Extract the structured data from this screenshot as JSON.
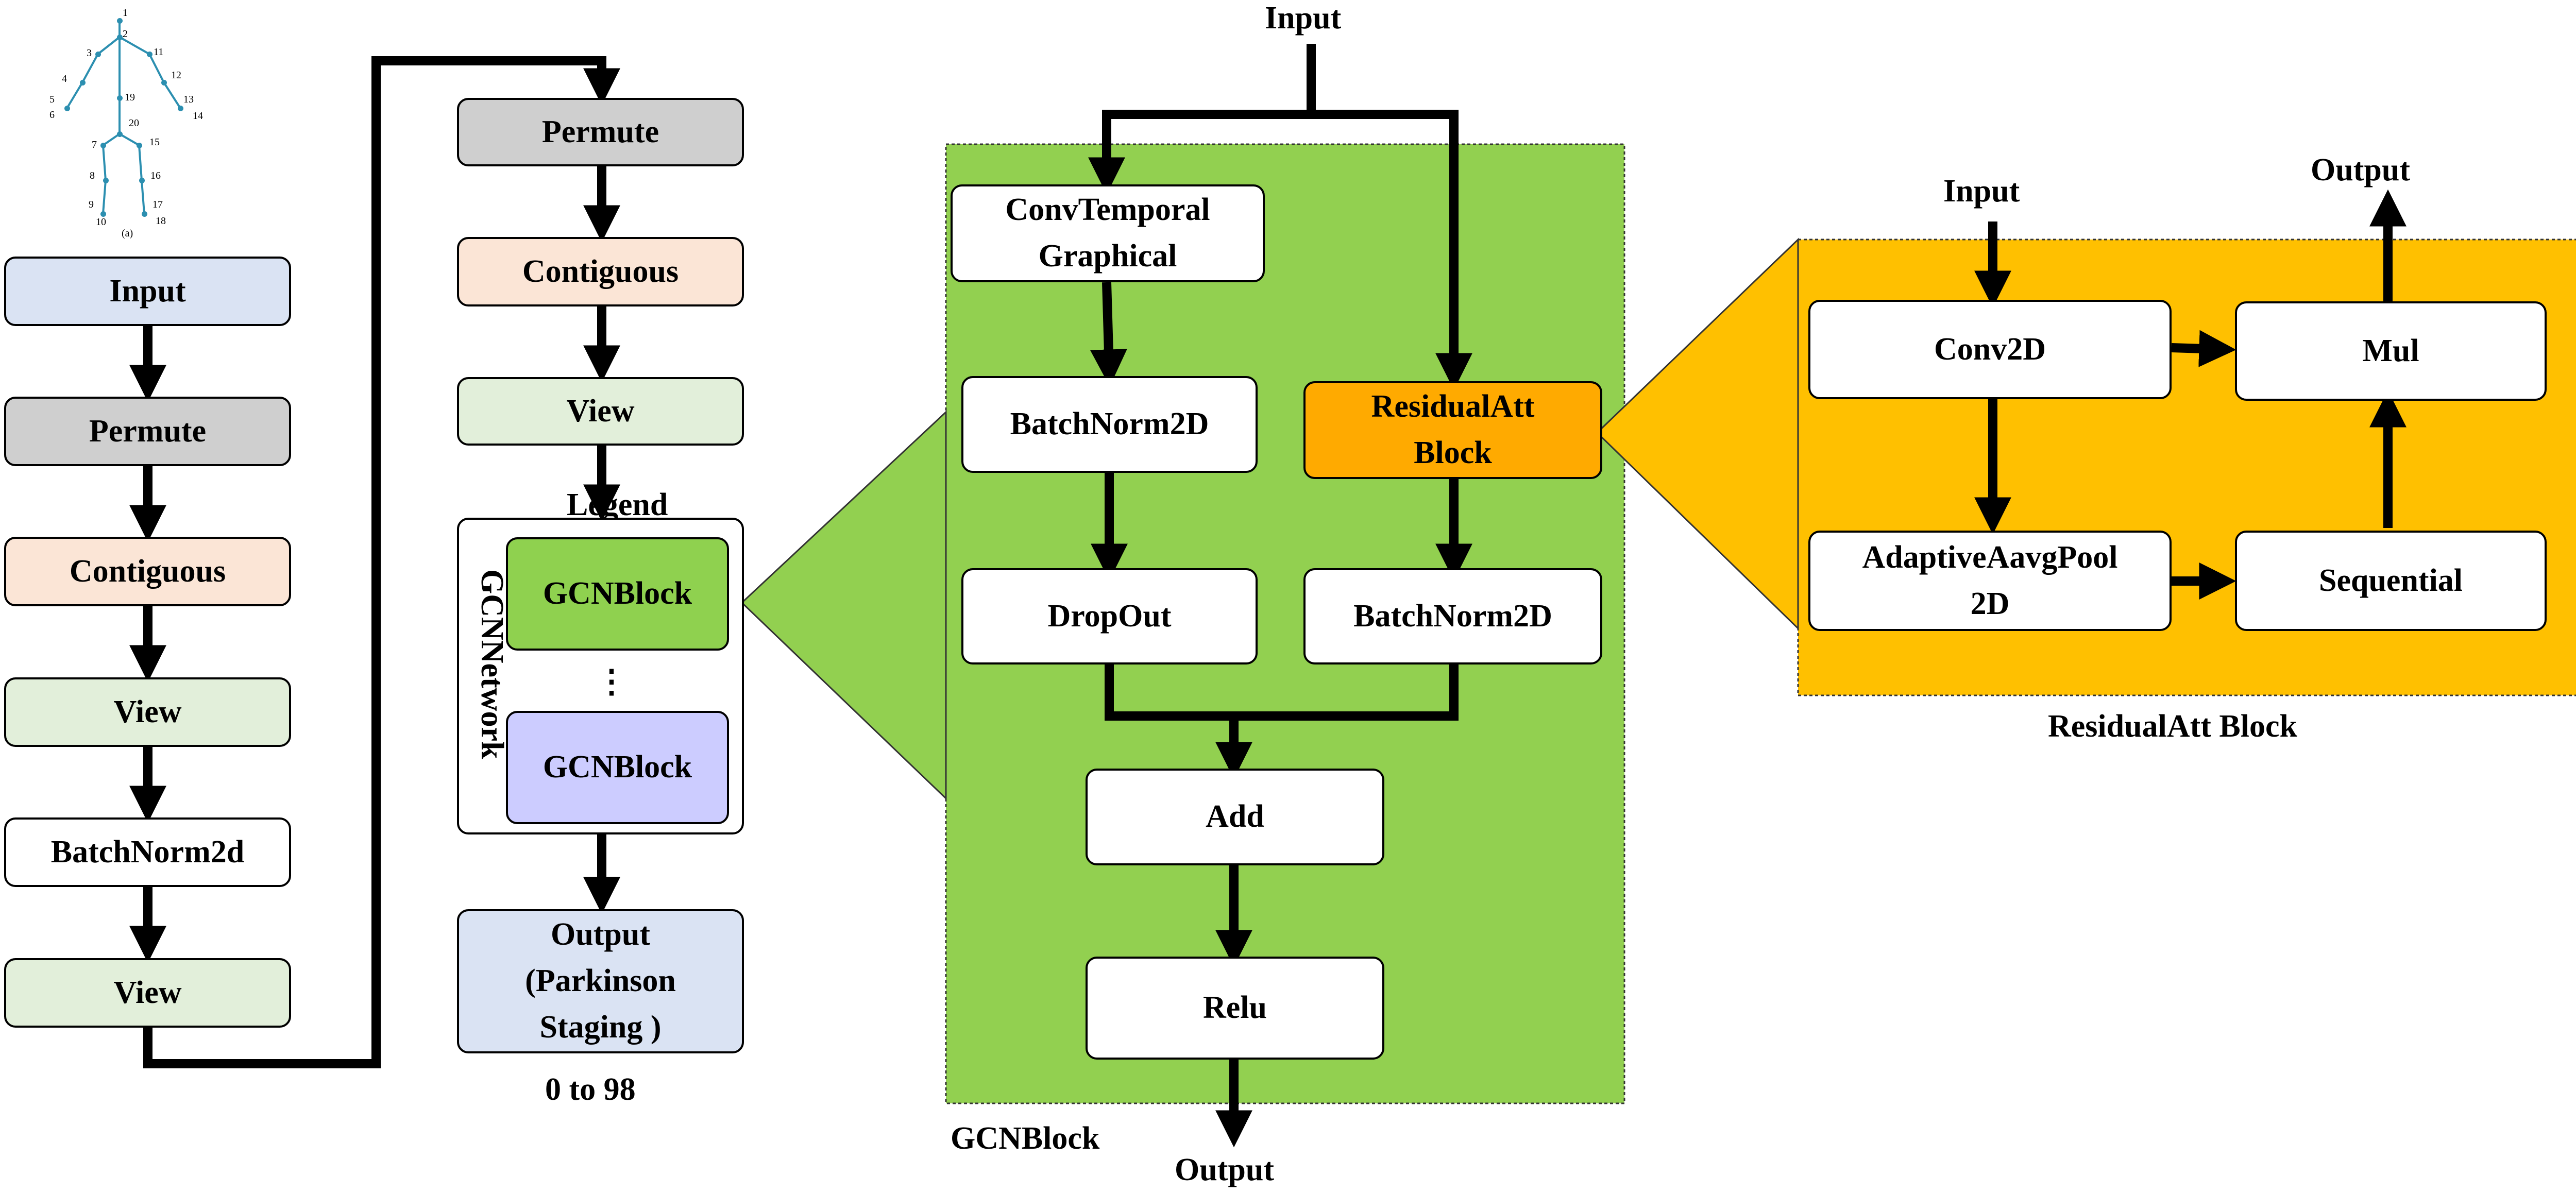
{
  "skeleton": {
    "joints": [
      "1",
      "2",
      "3",
      "4",
      "5",
      "6",
      "7",
      "8",
      "9",
      "10",
      "11",
      "12",
      "13",
      "14",
      "15",
      "16",
      "17",
      "18",
      "19",
      "20"
    ],
    "caption": "(a)"
  },
  "left_column": {
    "input": "Input",
    "permute": "Permute",
    "contiguous": "Contiguous",
    "view1": "View",
    "batchnorm": "BatchNorm2d",
    "view2": "View"
  },
  "middle_column": {
    "permute": "Permute",
    "contiguous": "Contiguous",
    "view": "View",
    "legend": "Legend",
    "network_label": "GCNNetwork",
    "gcnblock_top": "GCNBlock",
    "ellipsis": "⋮",
    "gcnblock_bottom": "GCNBlock",
    "output": "Output\n(Parkinson\nStaging )",
    "output_range": "0 to 98"
  },
  "gcn_block_panel": {
    "title": "GCNBlock",
    "input": "Input",
    "conv_temporal": "ConvTemporal\nGraphical",
    "batchnorm_left": "BatchNorm2D",
    "dropout": "DropOut",
    "residual_att": "ResidualAtt\nBlock",
    "batchnorm_right": "BatchNorm2D",
    "add": "Add",
    "relu": "Relu",
    "output": "Output"
  },
  "residual_panel": {
    "title": "ResidualAtt Block",
    "input": "Input",
    "output": "Output",
    "conv2d": "Conv2D",
    "mul": "Mul",
    "adaptive_pool": "AdaptiveAavgPool\n2D",
    "sequential": "Sequential"
  },
  "colors": {
    "input_blue": "#dae3f3",
    "permute_gray": "#cfcfcf",
    "contiguous_peach": "#fbe5d6",
    "view_green": "#e2efda",
    "gcn_green": "#8fd14f",
    "gcn_lavender": "#ccccff",
    "residual_orange": "#ffaa00",
    "skeleton_teal": "#2c8fb0"
  }
}
